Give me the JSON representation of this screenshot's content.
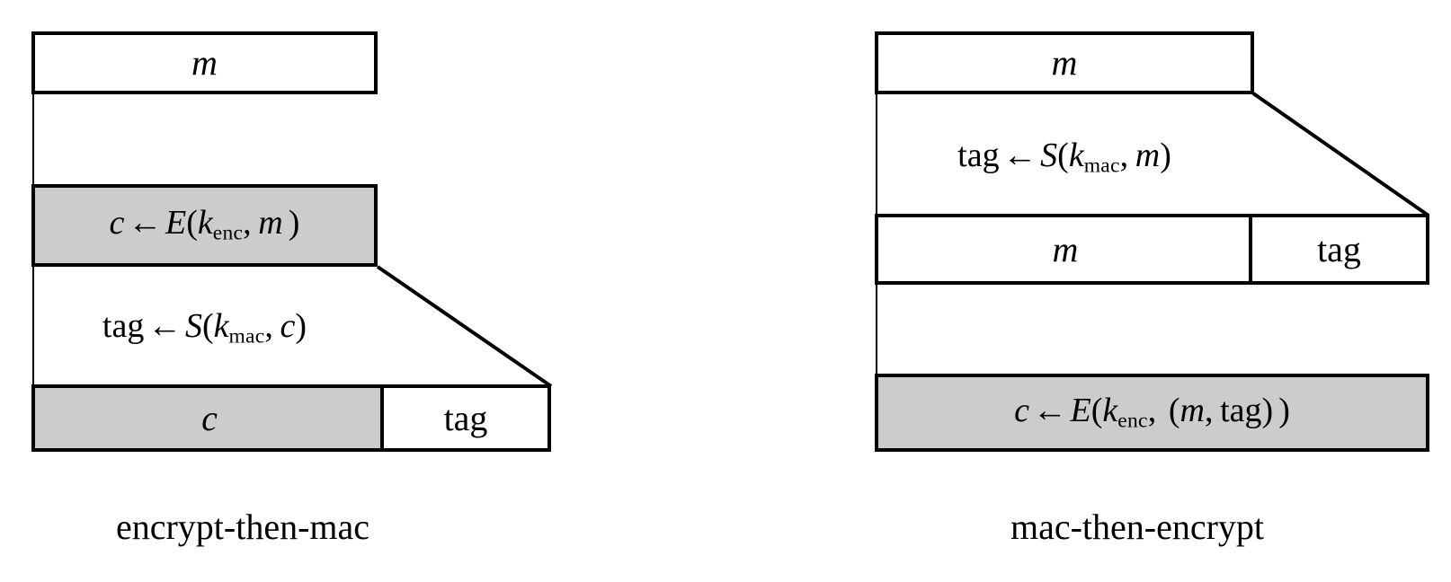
{
  "figure": {
    "background_color": "#ffffff",
    "stroke_color": "#000000",
    "shaded_fill_color": "#cccccc",
    "unshaded_fill_color": "#ffffff"
  },
  "panels": [
    {
      "id": "encrypt-then-mac",
      "caption": "encrypt-then-mac",
      "rows": [
        {
          "id": "plaintext-row",
          "shaded": false,
          "cells": [
            {
              "id": "m-cell",
              "label": "m",
              "label_kind": "math-italic",
              "shaded": false
            }
          ]
        },
        {
          "id": "encrypt-step-row",
          "shaded": true,
          "cells": [
            {
              "id": "encrypt-cell",
              "label": "c ← E(k_enc, m )",
              "label_kind": "math-formula",
              "shaded": true
            }
          ]
        },
        {
          "id": "mac-step-label-row",
          "shaded": false,
          "cells": [
            {
              "id": "mac-formula",
              "label": "tag ← S(k_mac, c)",
              "label_kind": "math-formula",
              "shaded": false
            }
          ]
        },
        {
          "id": "output-row",
          "shaded": false,
          "cells": [
            {
              "id": "ciphertext-cell",
              "label": "c",
              "label_kind": "math-italic",
              "shaded": true
            },
            {
              "id": "tag-cell",
              "label": "tag",
              "label_kind": "math-roman",
              "shaded": false
            }
          ]
        }
      ],
      "steps_order": [
        "c ← E(k_enc, m )",
        "tag ← S(k_mac, c)"
      ],
      "final_output": "(c, tag)"
    },
    {
      "id": "mac-then-encrypt",
      "caption": "mac-then-encrypt",
      "rows": [
        {
          "id": "plaintext-row",
          "shaded": false,
          "cells": [
            {
              "id": "m-cell",
              "label": "m",
              "label_kind": "math-italic",
              "shaded": false
            }
          ]
        },
        {
          "id": "mac-step-label-row",
          "shaded": false,
          "cells": [
            {
              "id": "mac-formula",
              "label": "tag ← S(k_mac, m)",
              "label_kind": "math-formula",
              "shaded": false
            }
          ]
        },
        {
          "id": "intermediate-row",
          "shaded": false,
          "cells": [
            {
              "id": "m-cell-2",
              "label": "m",
              "label_kind": "math-italic",
              "shaded": false
            },
            {
              "id": "tag-cell",
              "label": "tag",
              "label_kind": "math-roman",
              "shaded": false
            }
          ]
        },
        {
          "id": "encrypt-step-row",
          "shaded": true,
          "cells": [
            {
              "id": "encrypt-cell",
              "label": "c ← E(k_enc,  (m, tag) )",
              "label_kind": "math-formula",
              "shaded": true
            }
          ]
        }
      ],
      "steps_order": [
        "tag ← S(k_mac, m)",
        "c ← E(k_enc,  (m, tag) )"
      ],
      "final_output": "c"
    }
  ],
  "symbols": {
    "m": "m",
    "c": "c",
    "tag": "tag",
    "E": "E",
    "S": "S",
    "k": "k",
    "sub_enc": "enc",
    "sub_mac": "mac",
    "arrow": "←",
    "lparen": "(",
    "rparen": ")",
    "comma": ","
  }
}
